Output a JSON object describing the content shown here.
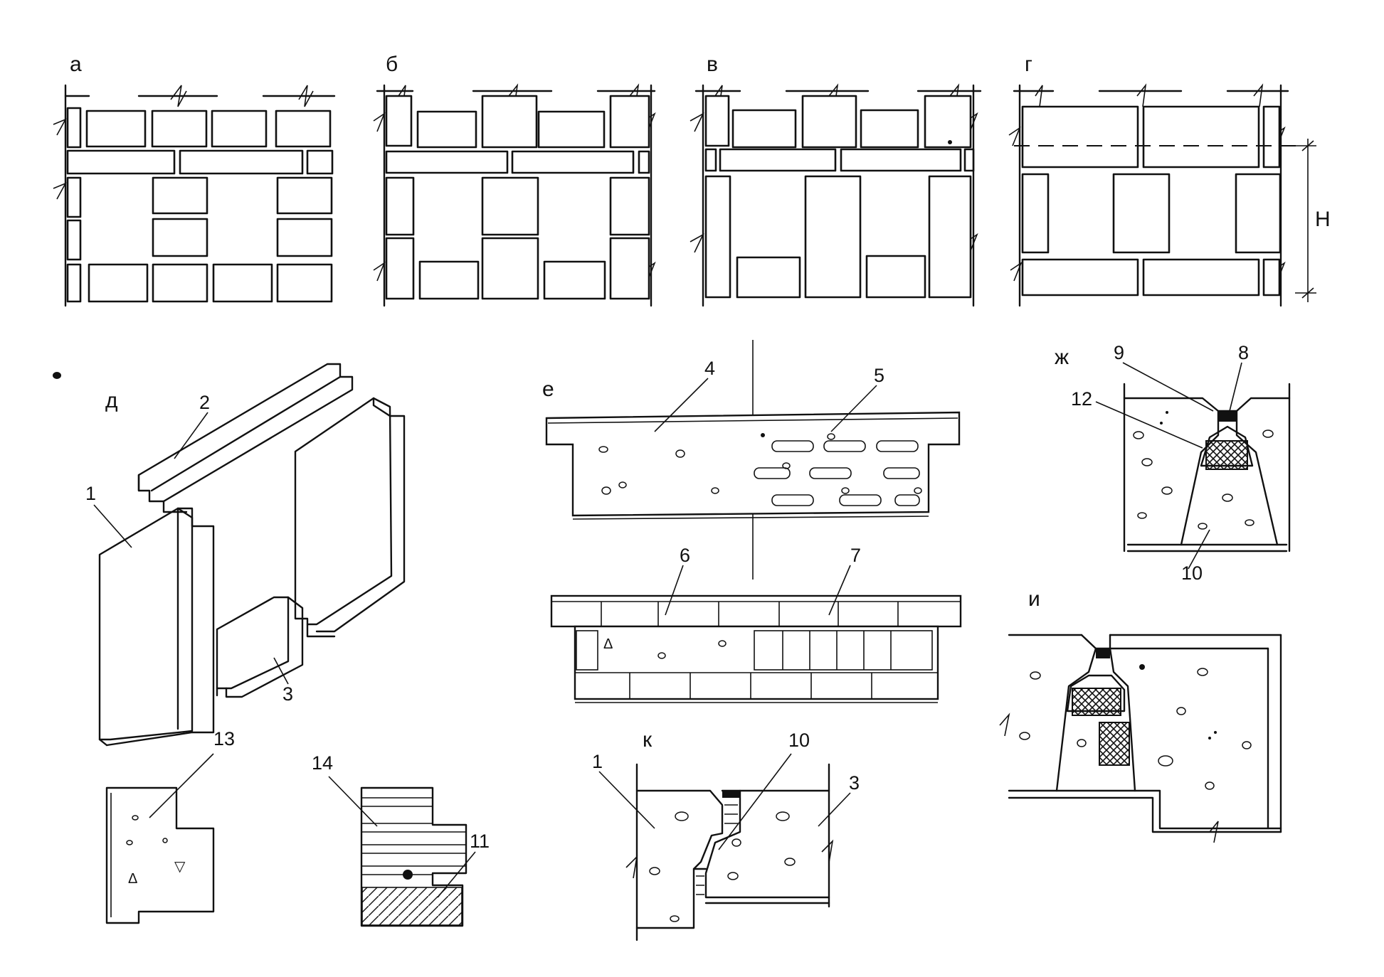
{
  "panels": {
    "a": "а",
    "b": "б",
    "v": "в",
    "g": "г",
    "d": "д",
    "e": "е",
    "zh": "ж",
    "i": "и",
    "k": "к"
  },
  "dimension_label": "Н",
  "callouts": {
    "d_1": "1",
    "d_2": "2",
    "d_3": "3",
    "e_4": "4",
    "e_5": "5",
    "e_6": "6",
    "e_7": "7",
    "zh_9": "9",
    "zh_8": "8",
    "zh_12": "12",
    "zh_10": "10",
    "s13": "13",
    "s14": "14",
    "s11": "11",
    "k_1": "1",
    "k_10": "10",
    "k_3": "3"
  }
}
